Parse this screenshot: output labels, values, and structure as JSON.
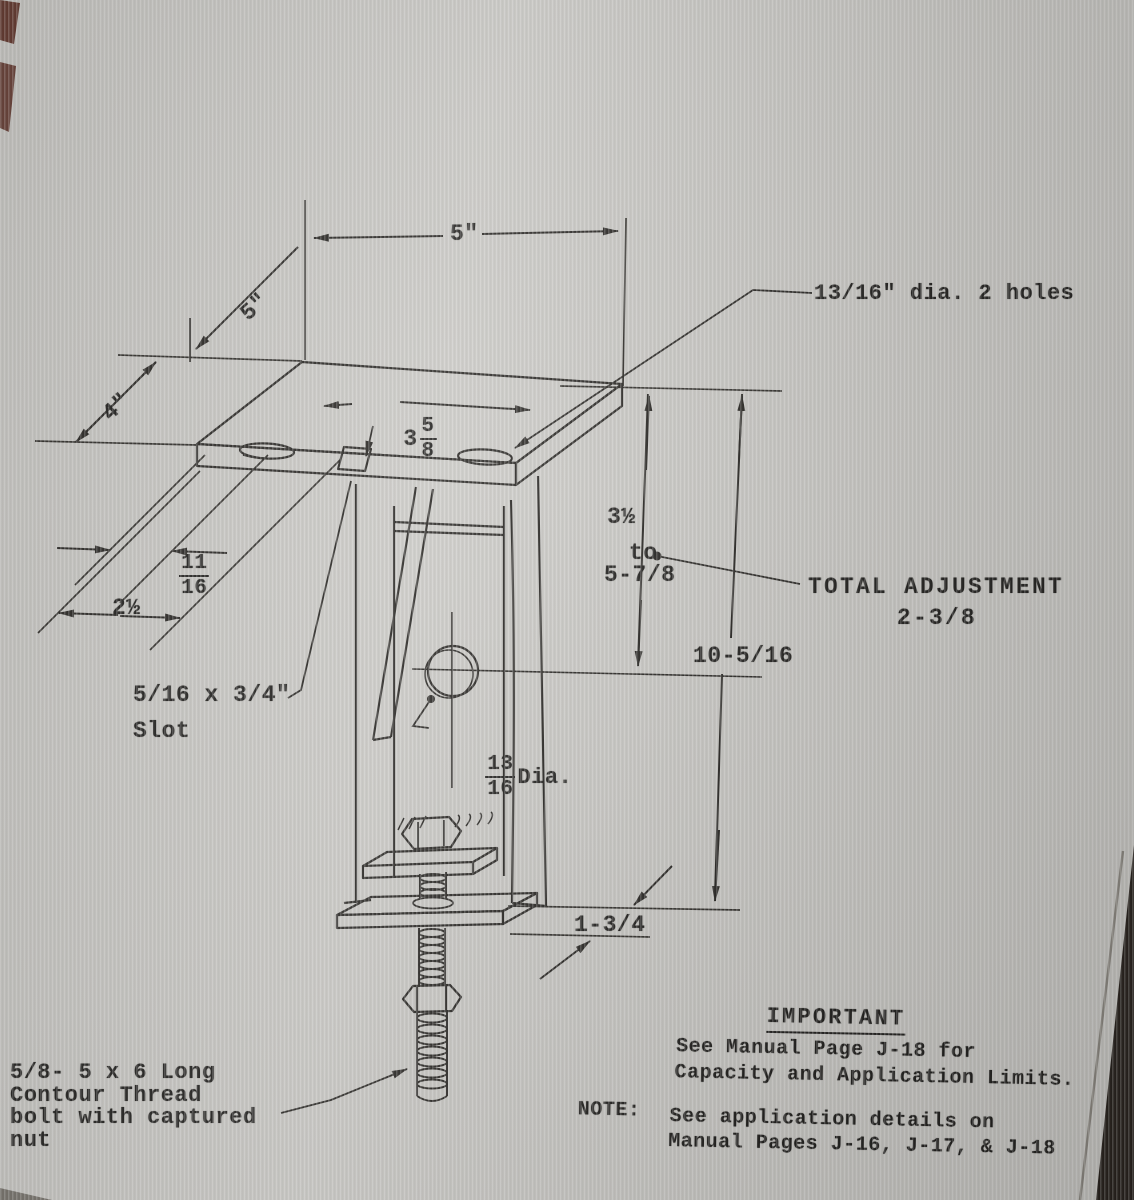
{
  "drawing": {
    "dimensions": {
      "top_width": "5\"",
      "depth": "5\"",
      "left_height": "4\"",
      "slot_offset_whole": "3",
      "slot_offset_num": "5",
      "slot_offset_den": "8",
      "edge_offset_num": "11",
      "edge_offset_den": "16",
      "side_offset": "2½",
      "adjust_min": "3½",
      "adjust_to": "to",
      "adjust_max": "5-7/8",
      "overall_height": "10-5/16",
      "base_gap": "1-3/4",
      "hole_dia_num": "13",
      "hole_dia_den": "16",
      "hole_dia_label": "Dia."
    },
    "callouts": {
      "holes_note": "13/16\" dia. 2 holes",
      "total_adjustment_line1": "TOTAL ADJUSTMENT",
      "total_adjustment_line2": "2-3/8",
      "slot_note_line1": "5/16 x 3/4\"",
      "slot_note_line2": "Slot",
      "bolt_note_line1": "5/8- 5 x 6 Long",
      "bolt_note_line2": "Contour Thread",
      "bolt_note_line3": "bolt with captured",
      "bolt_note_line4": "nut"
    },
    "notes": {
      "important_title": "IMPORTANT",
      "important_line1": "See Manual Page J-18 for",
      "important_line2": "Capacity and Application Limits.",
      "note_label": "NOTE:",
      "note_line1": "See application details on",
      "note_line2": "Manual Pages J-16, J-17, & J-18"
    },
    "colors": {
      "paper": "#c8c7c3",
      "ink": "#22201d",
      "photo_edge": "#221c17",
      "corner_mark": "#54231a"
    }
  }
}
